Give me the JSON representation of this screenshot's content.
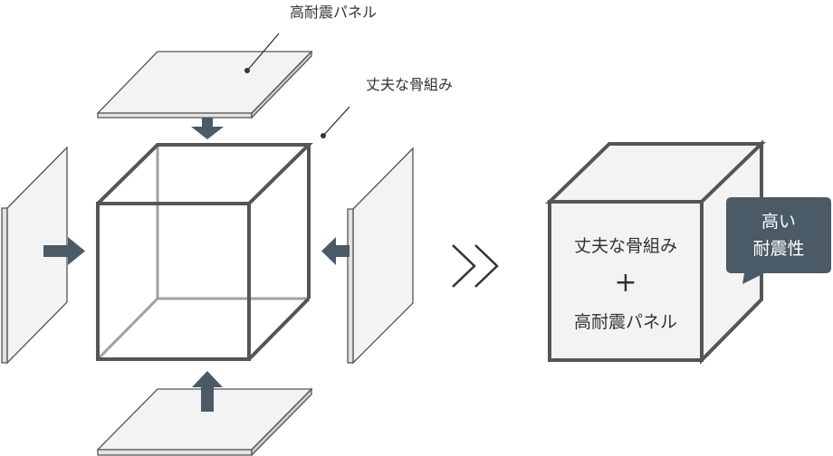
{
  "labels": {
    "panel_label": "高耐震パネル",
    "frame_label": "丈夫な骨組み"
  },
  "result": {
    "line1": "丈夫な骨組み",
    "plus": "+",
    "line2": "高耐震パネル"
  },
  "badge": {
    "line1": "高い",
    "line2": "耐震性"
  },
  "colors": {
    "frame_stroke": "#555555",
    "hidden_edge": "#a0a0a0",
    "panel_fill": "#f3f3f3",
    "arrow_fill": "#4a5a66",
    "badge_fill": "#4a5a66",
    "text": "#333333"
  }
}
